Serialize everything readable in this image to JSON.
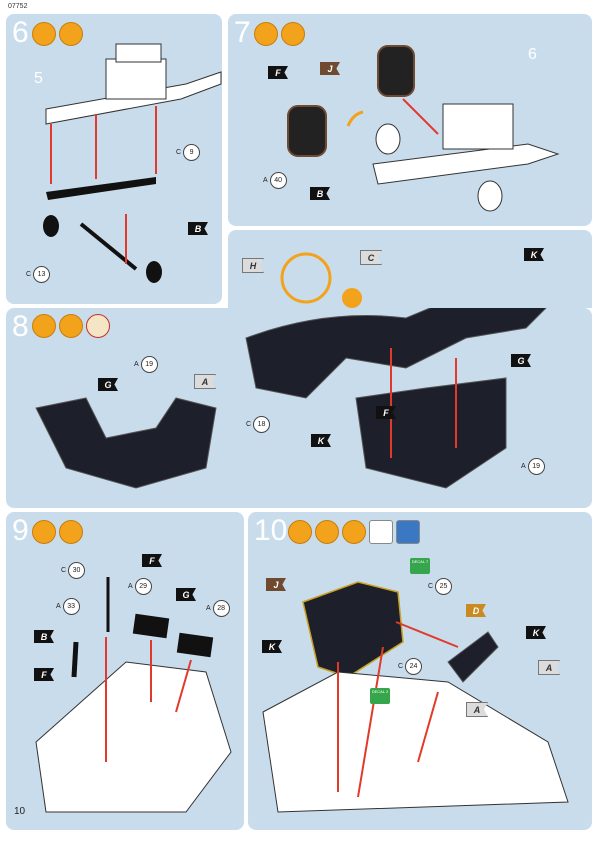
{
  "doc_code": "07752",
  "page_number": "10",
  "steps": {
    "s6": {
      "number": "6"
    },
    "s7": {
      "number": "7"
    },
    "s8": {
      "number": "8"
    },
    "s9": {
      "number": "9"
    },
    "s10": {
      "number": "10"
    }
  },
  "labels": {
    "s6_ref": "5",
    "s7_ref": "6",
    "c9": "9",
    "c13": "13",
    "a40": "40",
    "a19_s8": "19",
    "c18": "18",
    "a19_s8b": "19",
    "c30": "30",
    "a29": "29",
    "a33": "33",
    "a28": "28",
    "c25": "25",
    "c24": "24",
    "prefix_c": "C",
    "prefix_a": "A"
  },
  "flags": {
    "B": "B",
    "F": "F",
    "J": "J",
    "H": "H",
    "C": "C",
    "K": "K",
    "G": "G",
    "A": "A",
    "D": "D"
  },
  "decals": {
    "d7": "DECAL 7",
    "d2": "DECAL 2"
  },
  "colors": {
    "panel": "#c9dcec",
    "paint_black": "#111111",
    "paint_brown": "#6f4a30",
    "arrow": "#e23a2a"
  }
}
